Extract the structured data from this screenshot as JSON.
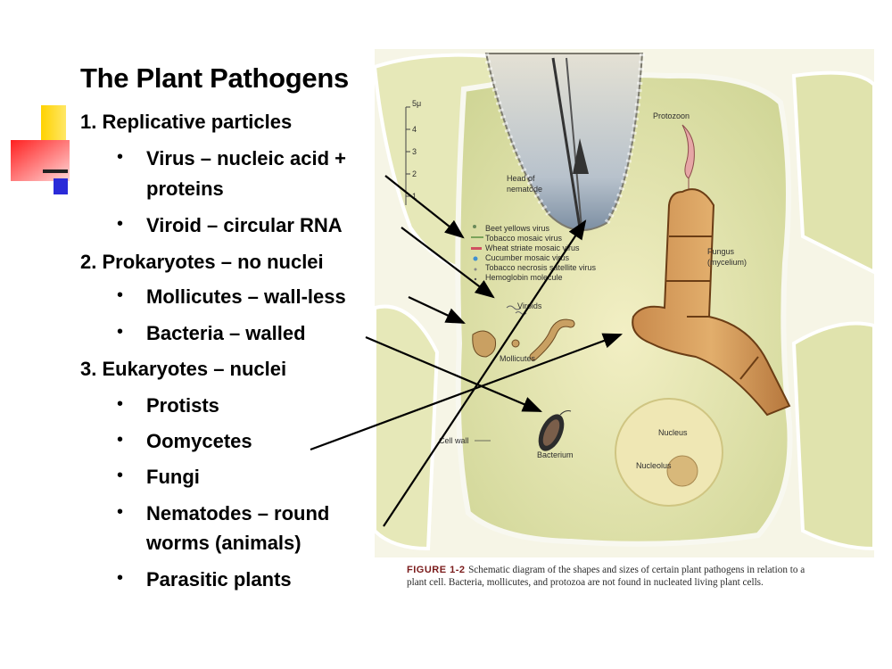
{
  "title": "The Plant Pathogens",
  "outline": {
    "s1": "1.  Replicative particles",
    "s1_virus_a": "Virus – nucleic acid +",
    "s1_virus_b": "proteins",
    "s1_viroid": "Viroid – circular RNA",
    "s2": "2. Prokaryotes – no nuclei",
    "s2_mollicutes": "Mollicutes – wall-less",
    "s2_bacteria": "Bacteria – walled",
    "s3": "3. Eukaryotes – nuclei",
    "s3_protists": "Protists",
    "s3_oomycetes": "Oomycetes",
    "s3_fungi": "Fungi",
    "s3_nematodes_a": "Nematodes – round",
    "s3_nematodes_b": "worms (animals)",
    "s3_parasitic": "Parasitic plants",
    "bullet": "•"
  },
  "figure": {
    "labels": {
      "protozoon": "Protozoon",
      "head_of_nematode_1": "Head of",
      "head_of_nematode_2": "nematode",
      "fungus_1": "Fungus",
      "fungus_2": "(mycelium)",
      "viroids": "Viroids",
      "mollicutes": "Mollicutes",
      "cell_wall": "Cell wall",
      "bacterium": "Bacterium",
      "nucleus": "Nucleus",
      "nucleolus": "Nucleolus"
    },
    "virus_legend": [
      {
        "label": "Beet yellows virus",
        "color": "#6a8a5a"
      },
      {
        "label": "Tobacco mosaic virus",
        "color": "#7aa35a"
      },
      {
        "label": "Wheat striate mosaic virus",
        "color": "#d05060"
      },
      {
        "label": "Cucumber mosaic virus",
        "color": "#3f8fd0"
      },
      {
        "label": "Tobacco necrosis satellite virus",
        "color": "#888888"
      },
      {
        "label": "Hemoglobin molecule",
        "color": "#555555"
      }
    ],
    "scale": {
      "unit": "5μ",
      "ticks": [
        "4",
        "3",
        "2",
        "1"
      ]
    }
  },
  "caption": {
    "label": "FIGURE 1-2",
    "text": "Schematic diagram of the shapes and sizes of certain plant pathogens in relation to a plant cell. Bacteria, mollicutes, and protozoa are not found in nucleated living plant cells."
  }
}
